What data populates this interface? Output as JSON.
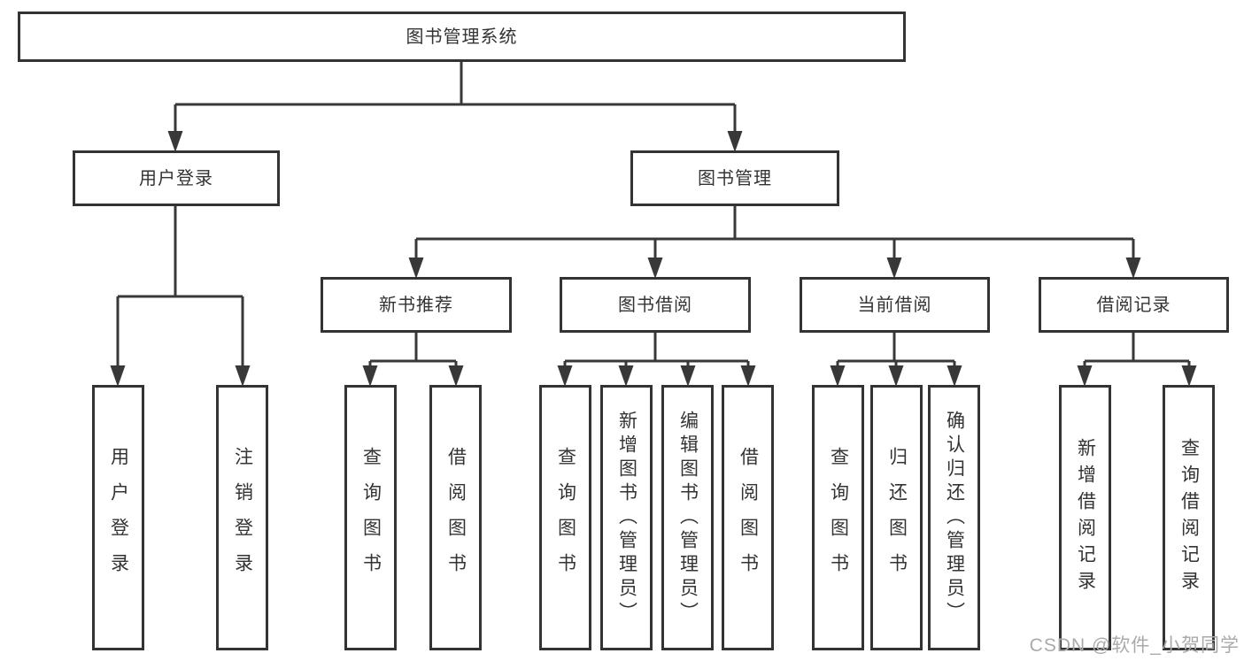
{
  "colors": {
    "line": "#383838",
    "box_border": "#333333",
    "text": "#333333",
    "background": "#ffffff",
    "watermark": "#aaaaaa"
  },
  "watermark": "CSDN @软件_小贺同学",
  "tree": {
    "label": "图书管理系统",
    "children": [
      {
        "label": "用户登录",
        "children": [
          {
            "label": "用户登录"
          },
          {
            "label": "注销登录"
          }
        ]
      },
      {
        "label": "图书管理",
        "children": [
          {
            "label": "新书推荐",
            "children": [
              {
                "label": "查询图书"
              },
              {
                "label": "借阅图书"
              }
            ]
          },
          {
            "label": "图书借阅",
            "children": [
              {
                "label": "查询图书"
              },
              {
                "label": "新增图书（管理员）"
              },
              {
                "label": "编辑图书（管理员）"
              },
              {
                "label": "借阅图书"
              }
            ]
          },
          {
            "label": "当前借阅",
            "children": [
              {
                "label": "查询图书"
              },
              {
                "label": "归还图书"
              },
              {
                "label": "确认归还（管理员）"
              }
            ]
          },
          {
            "label": "借阅记录",
            "children": [
              {
                "label": "新增借阅记录"
              },
              {
                "label": "查询借阅记录"
              }
            ]
          }
        ]
      }
    ]
  }
}
